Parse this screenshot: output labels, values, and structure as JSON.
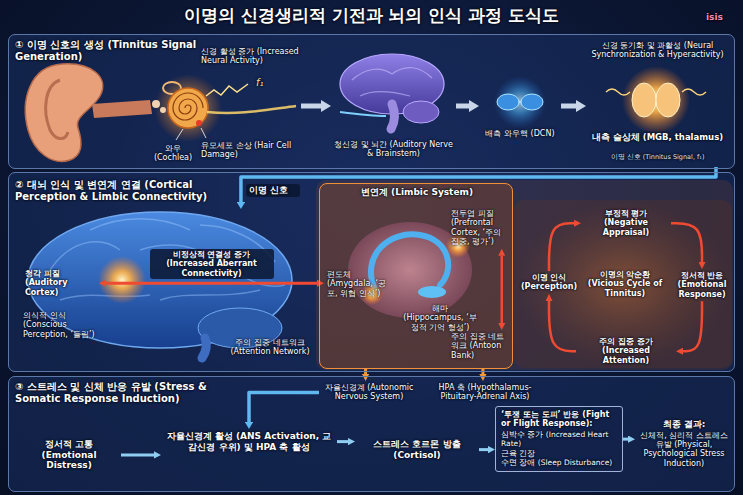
{
  "diagram": {
    "title": "이명의 신경생리적 기전과 뇌의 인식 과정 도식도",
    "nodes": [
      {
        "text": [
          "① 이명 신호의 생성 (Tinnitus Signal Generation)"
        ]
      },
      {
        "text": [
          "신경 활성 증가 (Increased Neural Activity)",
          "와우 (Cochlea)",
          "유모세포 손상 (Hair Cell Damage)"
        ],
        "in": 0
      },
      {
        "text": [
          "청신경 및 뇌간 (Auditory Nerve & Brainstem)"
        ],
        "in": 0
      },
      {
        "text": [
          "배측 와우핵 (DCN)"
        ],
        "in": 0
      },
      {
        "text": [
          "신경 동기화 및 과활성 (Neural Synchronization & Hyperactivity)",
          "내측 슬상체 (MGB, thalamus)",
          "이명 신호 (Tinnitus Signal, f₁)"
        ],
        "in": 0
      },
      {
        "text": [
          "② 대뇌 인식 및 변연계 연결 (Cortical Perception & Limbic Connectivity)"
        ]
      },
      {
        "text": [
          "의식적 인식 (Conscious Perception, ‘들림’)"
        ],
        "in": 5
      },
      {
        "text": [
          "청각 피질 (Auditory Cortex)"
        ],
        "in": 6
      },
      {
        "text": [
          "변연계 (Limbic System)"
        ],
        "in": 5
      },
      {
        "text": [
          "전두엽 피질 (Prefrontal Cortex, ‘주의 집중, 평가’)"
        ],
        "in": 8
      },
      {
        "text": [
          "편도체 (Amygdala, ‘공포, 위협 인식’)"
        ],
        "in": 8
      },
      {
        "text": [
          "해마 (Hippocampus, ‘부정적 기억 형성’)"
        ],
        "in": 8
      },
      {
        "text": [
          "주의 집중 네트워크 (Antoon Bank)"
        ],
        "in": 8
      },
      {
        "text": [
          "부정적 평가 (Negative Appraisal)"
        ],
        "in": 5
      },
      {
        "text": [
          "정서적 반응 (Emotional Response)"
        ],
        "in": 5
      },
      {
        "text": [
          "주의 집중 증가 (Increased Attention)"
        ],
        "in": 5
      },
      {
        "text": [
          "이명 인식 (Perception)"
        ],
        "in": 5
      },
      {
        "text": [
          "③ 스트레스 및 신체 반응 유발 (Stress & Somatic Response Induction)"
        ]
      },
      {
        "text": [
          "자율신경계 (Autonomic Nervous System)"
        ],
        "in": 17
      },
      {
        "text": [
          "HPA 축 (Hypothalamus-Pituitary-Adrenal Axis)"
        ],
        "in": 17
      },
      {
        "text": [
          "정서적 고통 (Emotional Distress)"
        ],
        "in": 17
      },
      {
        "text": [
          "자율신경계 활성 (ANS Activation, 교감신경 우위) 및 HPA 축 활성"
        ],
        "in": 17
      },
      {
        "text": [
          "스트레스 호르몬 방출 (Cortisol)"
        ],
        "in": 17
      },
      {
        "text": [
          "‘투쟁 또는 도피’ 반응 (Fight or Flight Response):",
          "심박수 증가 (Increased Heart Rate)",
          "근육 긴장",
          "수면 장애 (Sleep Disturbance)"
        ],
        "in": 17
      },
      {
        "text": [
          "최종 결과:",
          "신체적, 심리적 스트레스 유발 (Physical, Psychological Stress Induction)"
        ],
        "in": 17
      }
    ],
    "edges": [
      {
        "from": 1,
        "to": 2,
        "arrow": "to"
      },
      {
        "from": 2,
        "to": 3,
        "arrow": "to"
      },
      {
        "from": 3,
        "to": 4,
        "arrow": "to"
      },
      {
        "from": 4,
        "to": 6,
        "label": "이명 신호",
        "arrow": "to"
      },
      {
        "from": 7,
        "to": 10,
        "label": "비정상적 연결성 증가 (Increased Aberrant Connectivity)",
        "arrow": "both"
      },
      {
        "from": 9,
        "to": 12,
        "arrow": "both"
      },
      {
        "from": 13,
        "to": 14,
        "arrow": "to"
      },
      {
        "from": 14,
        "to": 15,
        "arrow": "to"
      },
      {
        "from": 15,
        "to": 16,
        "arrow": "to"
      },
      {
        "from": 16,
        "to": 13,
        "arrow": "to"
      },
      {
        "from": 8,
        "to": 18,
        "arrow": "to"
      },
      {
        "from": 8,
        "to": 19,
        "arrow": "to"
      },
      {
        "from": 18,
        "to": 21,
        "arrow": "to"
      },
      {
        "from": 20,
        "to": 21,
        "arrow": "to"
      },
      {
        "from": 21,
        "to": 22,
        "arrow": "to"
      },
      {
        "from": 22,
        "to": 23,
        "arrow": "to"
      },
      {
        "from": 23,
        "to": 24,
        "arrow": "to"
      }
    ],
    "labels": [
      "isis",
      "f₁",
      "이명의 악순환 (Vicious Cycle of Tinnitus)",
      "주의 집중 네트워크 (Attention Network)"
    ]
  }
}
